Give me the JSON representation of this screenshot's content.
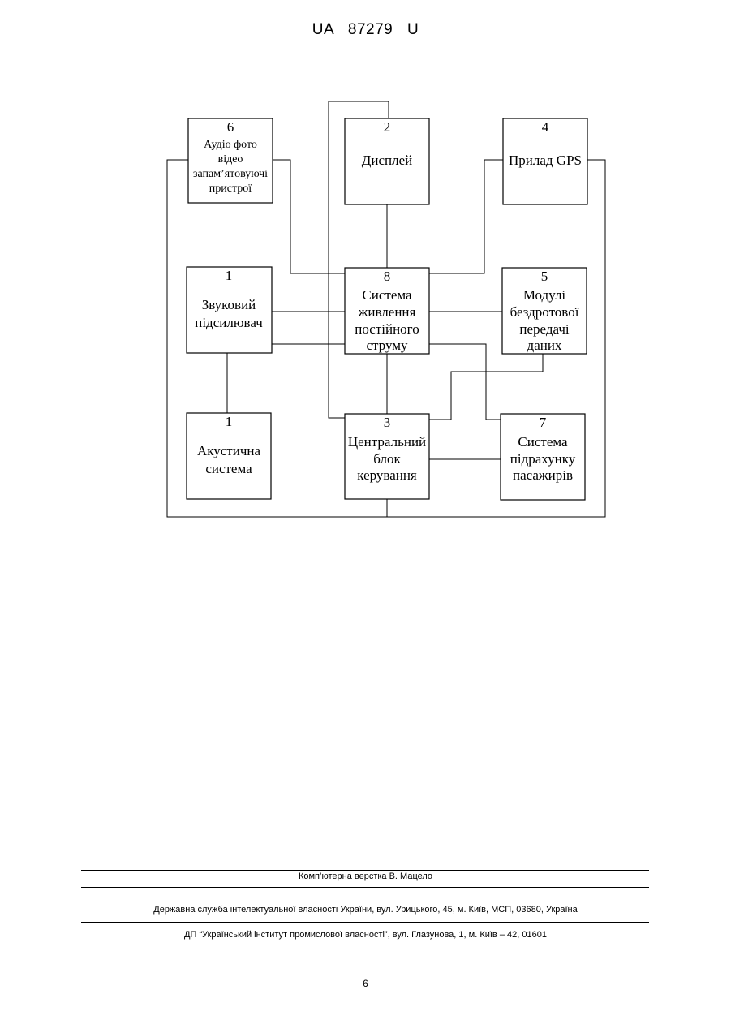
{
  "header": {
    "patent_number": "UA 87279 U"
  },
  "blocks": [
    {
      "id": "audio-video",
      "number": "6",
      "lines": [
        "Аудіо фото",
        "відео",
        "запам’ятовуючі",
        "пристрої"
      ]
    },
    {
      "id": "display",
      "number": "2",
      "lines": [
        "Дисплей"
      ]
    },
    {
      "id": "gps",
      "number": "4",
      "lines": [
        "Прилад GPS"
      ]
    },
    {
      "id": "amplifier",
      "number": "1",
      "lines": [
        "Звуковий",
        "підсилювач"
      ]
    },
    {
      "id": "power",
      "number": "8",
      "lines": [
        "Система",
        "живлення",
        "постійного",
        "струму"
      ]
    },
    {
      "id": "wireless",
      "number": "5",
      "lines": [
        "Модулі",
        "бездротової",
        "передачі",
        "даних"
      ]
    },
    {
      "id": "acoustic",
      "number": "1",
      "lines": [
        "Акустична",
        "система"
      ]
    },
    {
      "id": "cpu",
      "number": "3",
      "lines": [
        "Центральний",
        "блок",
        "керування"
      ]
    },
    {
      "id": "counter",
      "number": "7",
      "lines": [
        "Система",
        "підрахунку",
        "пасажирів"
      ]
    }
  ],
  "footer": {
    "layout_credit": "Комп’ютерна верстка В. Мацело",
    "office": "Державна служба інтелектуальної власності України, вул. Урицького, 45, м. Київ, МСП, 03680, Україна",
    "institute": "ДП “Український інститут промислової власності”, вул. Глазунова, 1, м. Київ – 42, 01601",
    "page_number": "6"
  }
}
